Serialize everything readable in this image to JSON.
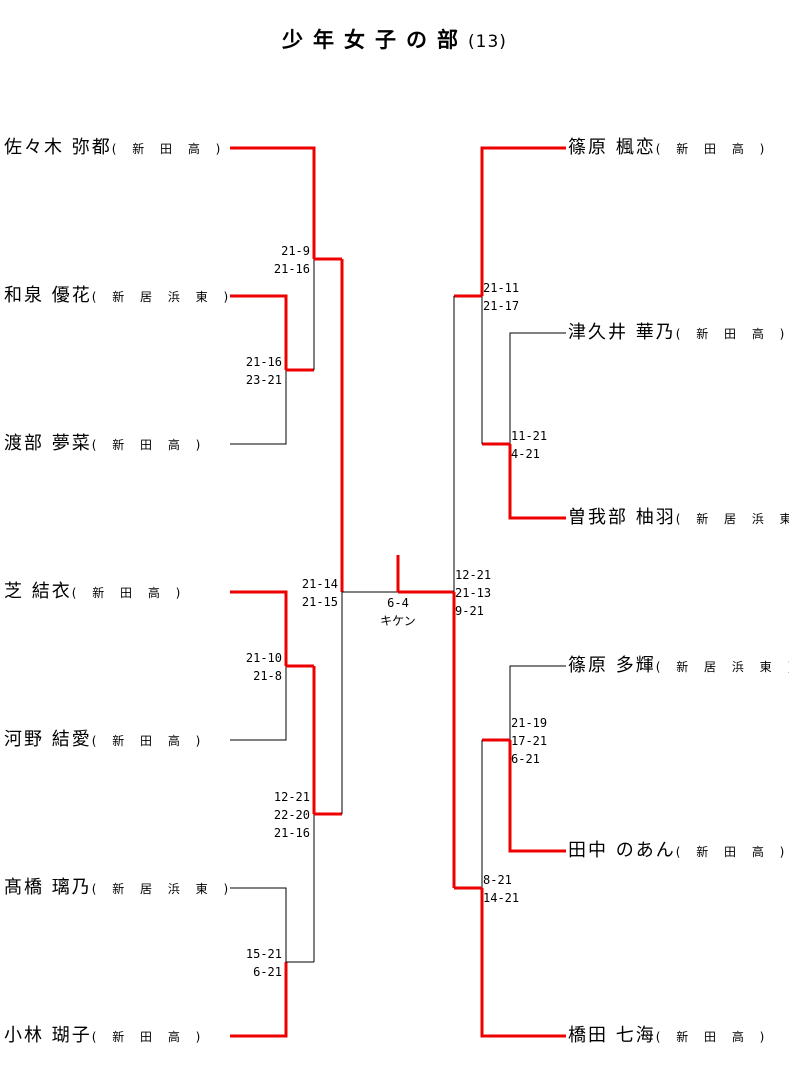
{
  "title": {
    "text": "少年女子の部",
    "count": "(13)"
  },
  "colors": {
    "winner_line": "#ee0000",
    "loser_line": "#000000"
  },
  "left_players": [
    {
      "name": "佐々木 弥都",
      "school": "( 新 田 高 )"
    },
    {
      "name": "和泉  優花",
      "school": "( 新 居 浜 東 )"
    },
    {
      "name": "渡部  夢菜",
      "school": "( 新 田 高 )"
    },
    {
      "name": "芝    結衣",
      "school": "( 新 田 高 )"
    },
    {
      "name": "河野  結愛",
      "school": "( 新 田 高 )"
    },
    {
      "name": "髙橋  璃乃",
      "school": "( 新 居 浜 東 )"
    },
    {
      "name": "小林  瑚子",
      "school": "( 新 田 高 )"
    }
  ],
  "right_players": [
    {
      "name": "篠原  楓恋",
      "school": "( 新 田 高 )"
    },
    {
      "name": "津久井 華乃",
      "school": "( 新 田 高 )"
    },
    {
      "name": "曽我部 柚羽",
      "school": "( 新 居 浜 東 )"
    },
    {
      "name": "篠原  多輝",
      "school": "( 新 居 浜 東 )"
    },
    {
      "name": "田中 のあん",
      "school": "( 新 田 高 )"
    },
    {
      "name": "橋田  七海",
      "school": "( 新 田 高 )"
    }
  ],
  "scores": {
    "l_r2_top": "21-9\n21-16",
    "l_r1_izumi_watabe": "21-16\n23-21",
    "l_r1_shiba_kawano": "21-10\n21-8",
    "l_r1_takahashi_kobayashi": "15-21\n6-21",
    "l_r2_bottom": "12-21\n22-20\n21-16",
    "l_semifinal": "21-14\n21-15",
    "final": "6-4\nキケン",
    "r_semifinal": "12-21\n21-13\n9-21",
    "r_r2_top": "21-11\n21-17",
    "r_r1_tsukui_sogabe": "11-21\n4-21",
    "r_r1_shinohara_tanaka": "21-19\n17-21\n6-21",
    "r_r2_bottom": "8-21\n14-21"
  }
}
